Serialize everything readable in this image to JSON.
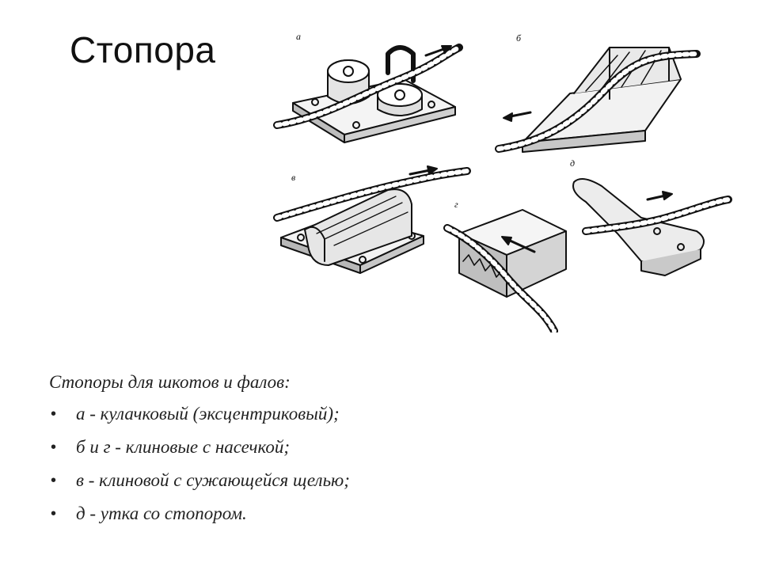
{
  "slide": {
    "title": "Стопора"
  },
  "figure": {
    "panel_labels": [
      "а",
      "б",
      "в",
      "г",
      "д"
    ]
  },
  "caption": {
    "intro": "Стопоры для шкотов и фалов:",
    "items": [
      "а - кулачковый (эксцентриковый);",
      "б и г - клиновые с насечкой;",
      "в - клиновой с сужающейся щелью;",
      "д - утка со стопором."
    ],
    "bullet_char": "•"
  }
}
